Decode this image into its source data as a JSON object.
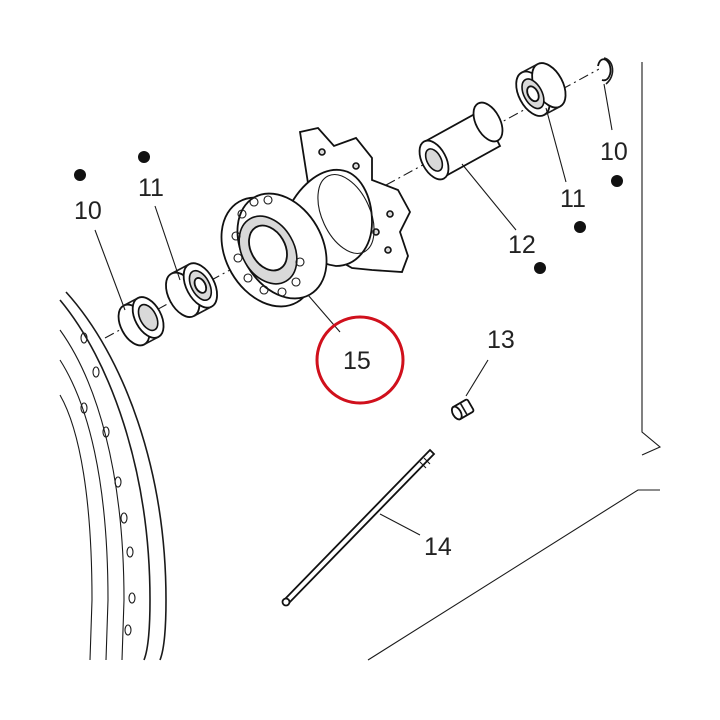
{
  "callouts": {
    "part_10_left": "10",
    "part_11_left": "11",
    "part_10_right": "10",
    "part_11_right": "11",
    "part_12": "12",
    "part_13": "13",
    "part_14": "14",
    "part_15": "15"
  },
  "highlight": {
    "target_callout": "15",
    "color": "#d0101c"
  },
  "colors": {
    "line": "#111111",
    "background": "#ffffff"
  }
}
